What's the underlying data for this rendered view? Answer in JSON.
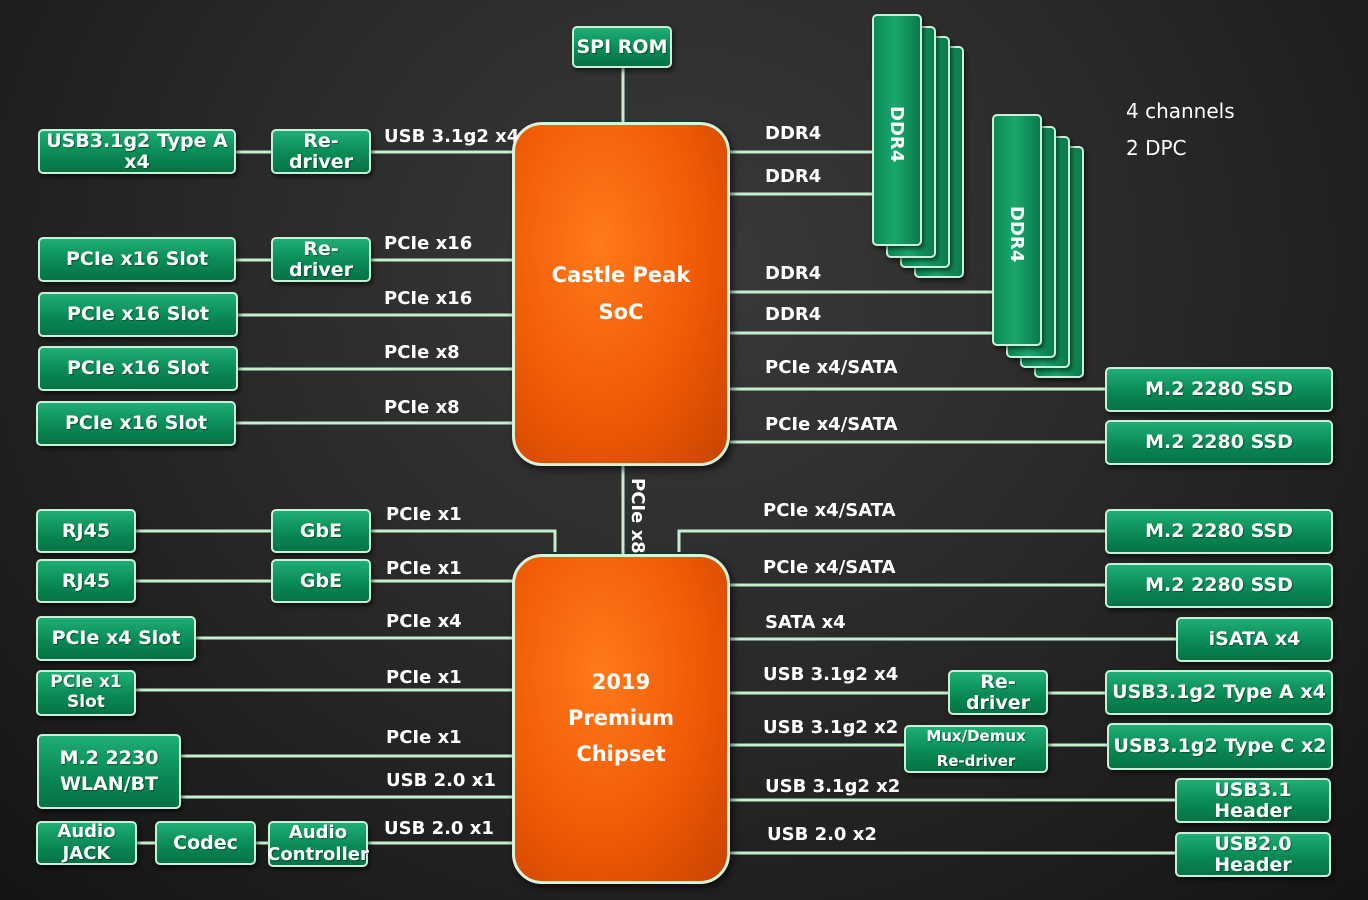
{
  "memory_note": {
    "channels": "4 channels",
    "dpc": "2 DPC"
  },
  "soc": {
    "line1": "Castle Peak",
    "line2": "SoC"
  },
  "chipset": {
    "line1": "2019",
    "line2": "Premium",
    "line3": "Chipset"
  },
  "spi_rom": "SPI ROM",
  "dimm_label": "DDR4",
  "interconnect": "PCIe x8",
  "soc_left": [
    {
      "device": "USB3.1g2 Type A x4",
      "redriver": "Re-driver",
      "link": "USB 3.1g2 x4"
    },
    {
      "device": "PCIe x16 Slot",
      "redriver": "Re-driver",
      "link": "PCIe x16"
    },
    {
      "device": "PCIe x16 Slot",
      "link": "PCIe x16"
    },
    {
      "device": "PCIe x16 Slot",
      "link": "PCIe x8"
    },
    {
      "device": "PCIe x16 Slot",
      "link": "PCIe x8"
    }
  ],
  "soc_right": {
    "ddr_links": [
      "DDR4",
      "DDR4",
      "DDR4",
      "DDR4"
    ],
    "ssd_links": [
      {
        "link": "PCIe x4/SATA",
        "device": "M.2 2280 SSD"
      },
      {
        "link": "PCIe x4/SATA",
        "device": "M.2 2280 SSD"
      }
    ]
  },
  "chipset_left": {
    "rj45": [
      {
        "device": "RJ45",
        "controller": "GbE",
        "link": "PCIe x1"
      },
      {
        "device": "RJ45",
        "controller": "GbE",
        "link": "PCIe x1"
      }
    ],
    "pcie_x4_slot": {
      "device": "PCIe x4 Slot",
      "link": "PCIe x4"
    },
    "pcie_x1_slot": {
      "line1": "PCIe x1",
      "line2": "Slot",
      "link": "PCIe x1"
    },
    "wlan": {
      "line1": "M.2 2230",
      "line2": "WLAN/BT",
      "link_pcie": "PCIe x1",
      "link_usb": "USB 2.0 x1"
    },
    "audio": {
      "jack_line1": "Audio",
      "jack_line2": "JACK",
      "codec": "Codec",
      "ctrl_line1": "Audio",
      "ctrl_line2": "Controller",
      "link": "USB 2.0 x1"
    }
  },
  "chipset_right": [
    {
      "link": "PCIe x4/SATA",
      "device": "M.2 2280 SSD"
    },
    {
      "link": "PCIe x4/SATA",
      "device": "M.2 2280 SSD"
    },
    {
      "link": "SATA x4",
      "device": "iSATA x4"
    },
    {
      "link": "USB 3.1g2 x4",
      "redriver": "Re-driver",
      "device": "USB3.1g2 Type A x4"
    },
    {
      "link": "USB 3.1g2 x2",
      "mux_line1": "Mux/Demux",
      "mux_line2": "Re-driver",
      "device": "USB3.1g2 Type C x2"
    },
    {
      "link": "USB 3.1g2 x2",
      "device": "USB3.1 Header"
    },
    {
      "link": "USB 2.0 x2",
      "device": "USB2.0 Header"
    }
  ]
}
